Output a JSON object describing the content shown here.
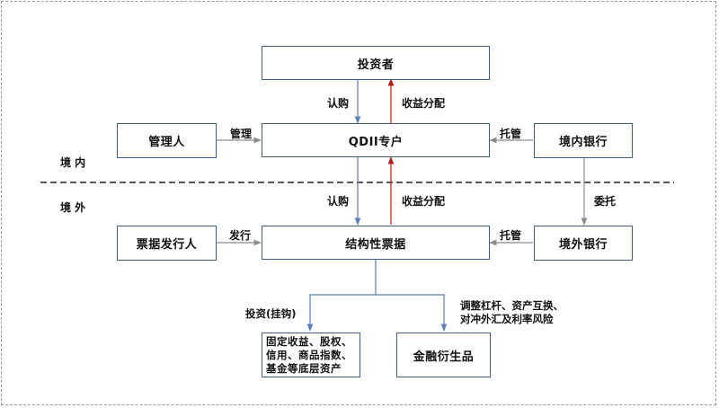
{
  "regions": {
    "domestic": "境  内",
    "overseas": "境  外"
  },
  "nodes": {
    "investor": "投资者",
    "manager": "管理人",
    "qdii": "QDII专户",
    "domestic_bank": "境内银行",
    "note_issuer": "票据发行人",
    "structured_note": "结构性票据",
    "overseas_bank": "境外银行",
    "underlying_assets": "固定收益、股权、\n信用、商品指数、\n基金等底层资产",
    "derivatives": "金融衍生品"
  },
  "edge_labels": {
    "subscribe_top": "认购",
    "income_top": "收益分配",
    "manage": "管理",
    "custody_top": "托管",
    "subscribe_bottom": "认购",
    "income_bottom": "收益分配",
    "entrust": "委托",
    "issue": "发行",
    "custody_bottom": "托管",
    "invest_linked": "投资(挂钩)",
    "adjust": "调整杠杆、资产互换、\n对冲外汇及利率风险"
  },
  "colors": {
    "box_border": "#3f5f86",
    "arrow_blue": "#5a7fb8",
    "arrow_red": "#b01c1c",
    "arrow_gray": "#8c8c8c"
  }
}
